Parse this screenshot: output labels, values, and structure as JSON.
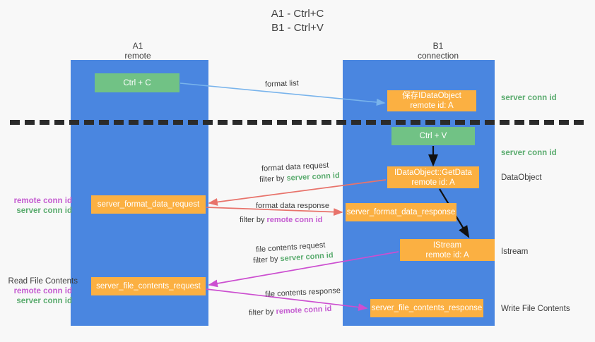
{
  "title": {
    "line1": "A1 - Ctrl+C",
    "line2": "B1 - Ctrl+V"
  },
  "columns": {
    "left": {
      "name": "A1",
      "sub": "remote"
    },
    "right": {
      "name": "B1",
      "sub": "connection"
    }
  },
  "boxes": {
    "ctrl_c": {
      "line1": "Ctrl + C",
      "color": "#71c285"
    },
    "idataobject": {
      "line1": "保存IDataObject",
      "line2": "remote id: A",
      "color": "#fbb042"
    },
    "ctrl_v": {
      "line1": "Ctrl + V",
      "color": "#71c285"
    },
    "getdata": {
      "line1": "IDataObject::GetData",
      "line2": "remote id: A",
      "color": "#fbb042"
    },
    "format_data_request": {
      "line1": "server_format_data_request",
      "color": "#fbb042"
    },
    "format_data_response": {
      "line1": "server_format_data_response",
      "color": "#fbb042"
    },
    "istream": {
      "line1": "IStream",
      "line2": "remote id: A",
      "color": "#fbb042"
    },
    "file_contents_request": {
      "line1": "server_file_contents_request",
      "color": "#fbb042"
    },
    "file_contents_response": {
      "line1": "server_file_contents_response",
      "color": "#fbb042"
    }
  },
  "side_labels": {
    "server_conn_id_top": "server conn id",
    "server_conn_id_mid": "server conn id",
    "dataobject": "DataObject",
    "istream": "Istream",
    "write_file_contents": "Write File Contents",
    "read_file_contents": "Read File Contents",
    "remote_conn_id": "remote conn id",
    "server_conn_id": "server conn id"
  },
  "arrow_captions": {
    "format_list": "format list",
    "format_data_request": "format data request",
    "format_data_request_filter_prefix": "filter by ",
    "format_data_request_filter_value": "server conn id",
    "format_data_response": "format data response",
    "format_data_response_filter_prefix": "filter by ",
    "format_data_response_filter_value": "remote conn id",
    "file_contents_request": "file contents request",
    "file_contents_request_filter_prefix": "filter by ",
    "file_contents_request_filter_value": "server conn id",
    "file_contents_response": "file contents response",
    "file_contents_response_filter_prefix": "filter by ",
    "file_contents_response_filter_value": "remote conn id"
  },
  "colors": {
    "lane_blue": "#4a86e0",
    "green": "#71c285",
    "orange": "#fbb042",
    "green_text": "#5aab6e",
    "purple_text": "#c45bd0",
    "arrow_lightblue": "#79b4ec",
    "arrow_red": "#e8736b",
    "arrow_magenta": "#cc4fd0",
    "arrow_black": "#111111",
    "background": "#f8f8f8"
  }
}
